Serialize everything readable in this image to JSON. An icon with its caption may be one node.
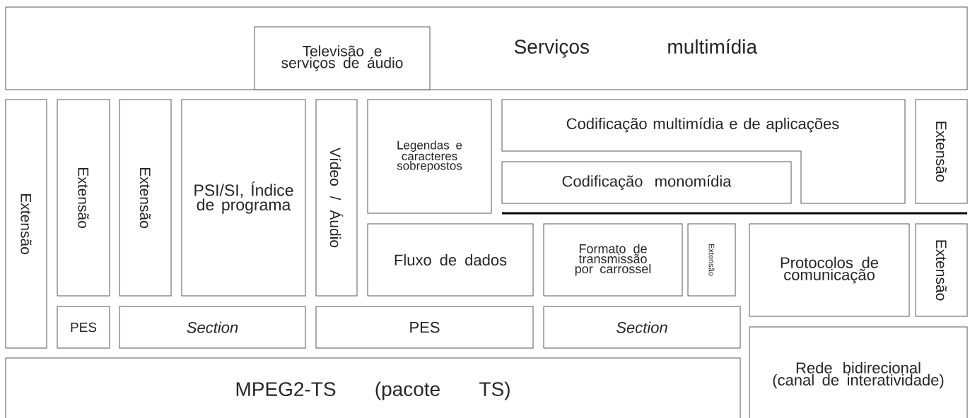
{
  "diagram": {
    "nodes": [
      {
        "text": [
          "Serviços multimídia"
        ]
      },
      {
        "text": [
          "Televisão e serviços de áudio"
        ],
        "in": 0
      },
      {
        "text": [
          "Extensão"
        ]
      },
      {
        "text": [
          "Extensão"
        ]
      },
      {
        "text": [
          "Extensão"
        ]
      },
      {
        "text": [
          "PSI/SI, Índice de programa"
        ]
      },
      {
        "text": [
          "Vídeo / Áudio"
        ]
      },
      {
        "text": [
          "Legendas e caracteres sobrepostos"
        ]
      },
      {
        "text": [
          "Codificação multimídia e de aplicações"
        ]
      },
      {
        "text": [
          "Codificação monomídia"
        ]
      },
      {
        "text": [
          "Extensão"
        ]
      },
      {
        "text": [
          "Fluxo de dados"
        ]
      },
      {
        "text": [
          "Formato de transmissão por carrossel"
        ]
      },
      {
        "text": [
          "Extensão"
        ]
      },
      {
        "text": [
          "Protocolos de comunicação"
        ]
      },
      {
        "text": [
          "Extensão"
        ]
      },
      {
        "text": [
          "PES"
        ]
      },
      {
        "text": [
          "Section"
        ]
      },
      {
        "text": [
          "PES"
        ]
      },
      {
        "text": [
          "Section"
        ]
      },
      {
        "text": [
          "Rede bidirecional (canal de interatividade)"
        ]
      },
      {
        "text": [
          "MPEG2-TS (pacote TS)"
        ]
      }
    ]
  }
}
